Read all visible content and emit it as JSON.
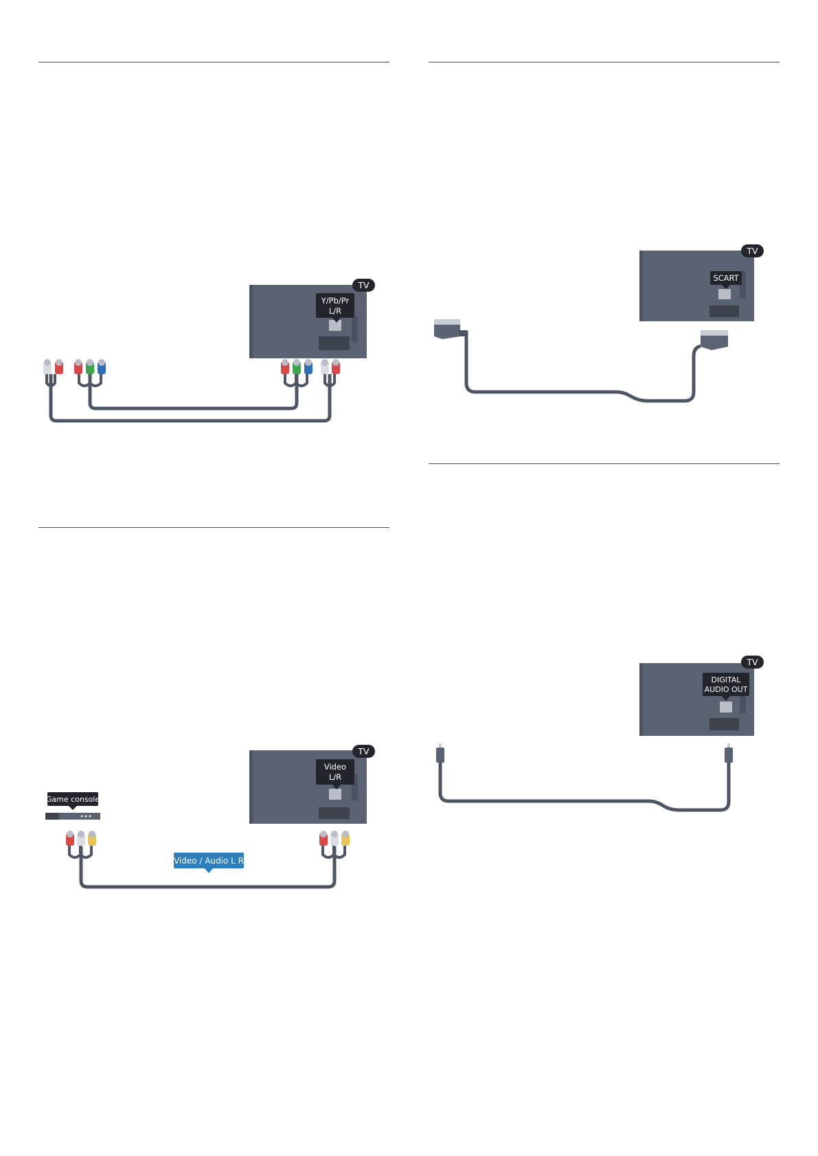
{
  "tv_badge": "TV",
  "component": {
    "port_label_line1": "Y/Pb/Pr",
    "port_label_line2": "L/R"
  },
  "scart": {
    "port_label": "SCART"
  },
  "composite": {
    "port_label_line1": "Video",
    "port_label_line2": "L/R",
    "device_label": "Game console",
    "cable_label": "Video / Audio L R"
  },
  "digital_audio": {
    "port_label_line1": "DIGITAL",
    "port_label_line2": "AUDIO OUT"
  },
  "colors": {
    "tv_body": "#5b6271",
    "tv_shadow": "#4b5160",
    "port": "#b9bdc6",
    "label_bg": "#22252c",
    "badge_bg": "#23252b",
    "cable": "#4e5563",
    "plug_white": "#d9dce0",
    "plug_red": "#d94848",
    "plug_green": "#3fa54a",
    "plug_blue": "#2f6db5",
    "plug_yellow": "#e9c45a",
    "callout_blue": "#2b7fc1"
  }
}
